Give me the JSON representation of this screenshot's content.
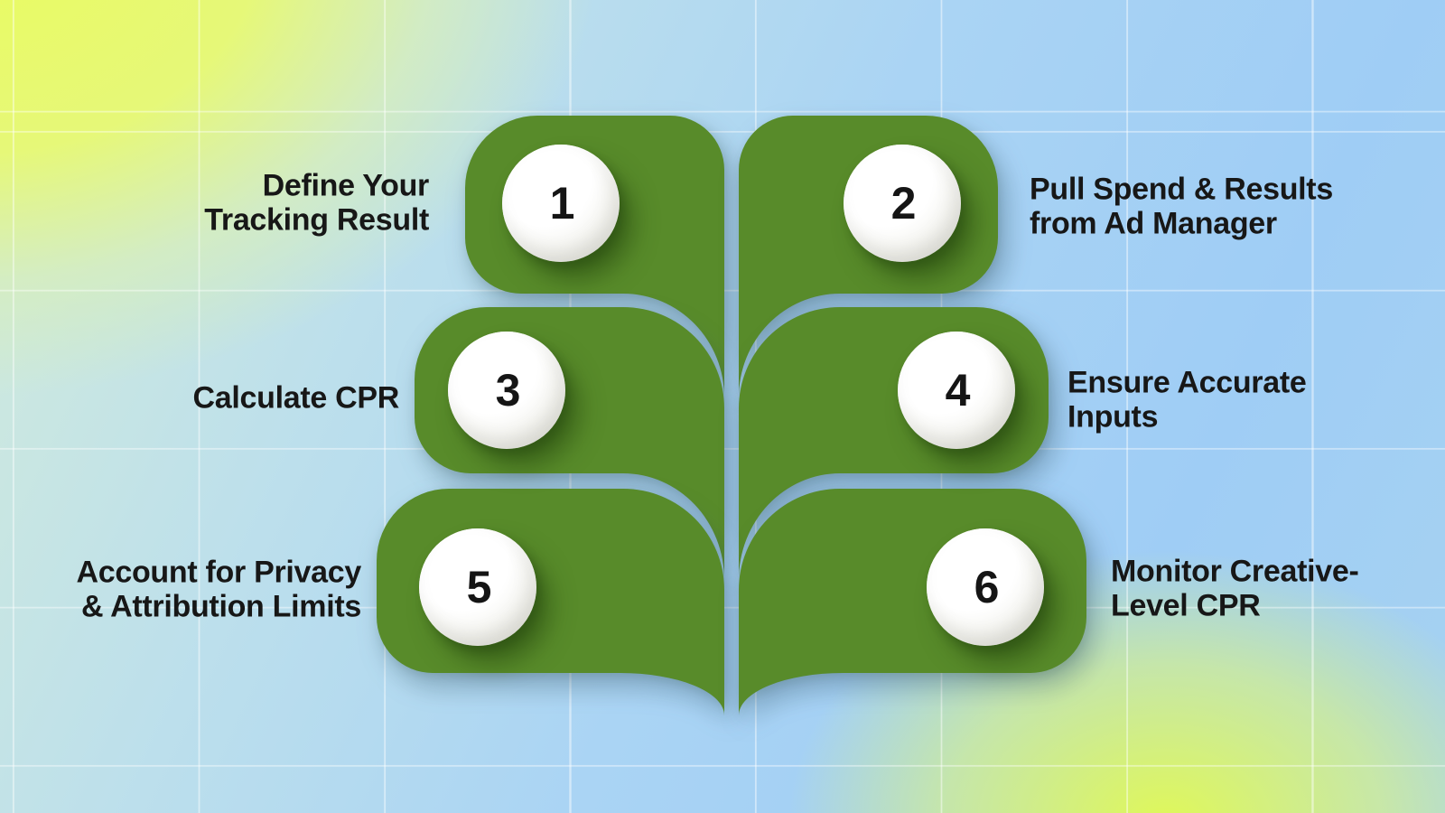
{
  "colors": {
    "petal": "#588b2a",
    "label_text": "#171717",
    "number_text": "#151515",
    "grid_line": "#ffffff",
    "background_lime": "#eafb60",
    "background_blue": "#a6d2f4"
  },
  "steps": [
    {
      "number": "1",
      "label": "Define Your\nTracking Result"
    },
    {
      "number": "2",
      "label": "Pull Spend & Results\nfrom Ad Manager"
    },
    {
      "number": "3",
      "label": "Calculate CPR"
    },
    {
      "number": "4",
      "label": "Ensure Accurate\nInputs"
    },
    {
      "number": "5",
      "label": "Account for Privacy\n& Attribution Limits"
    },
    {
      "number": "6",
      "label": "Monitor Creative-\nLevel CPR"
    }
  ]
}
